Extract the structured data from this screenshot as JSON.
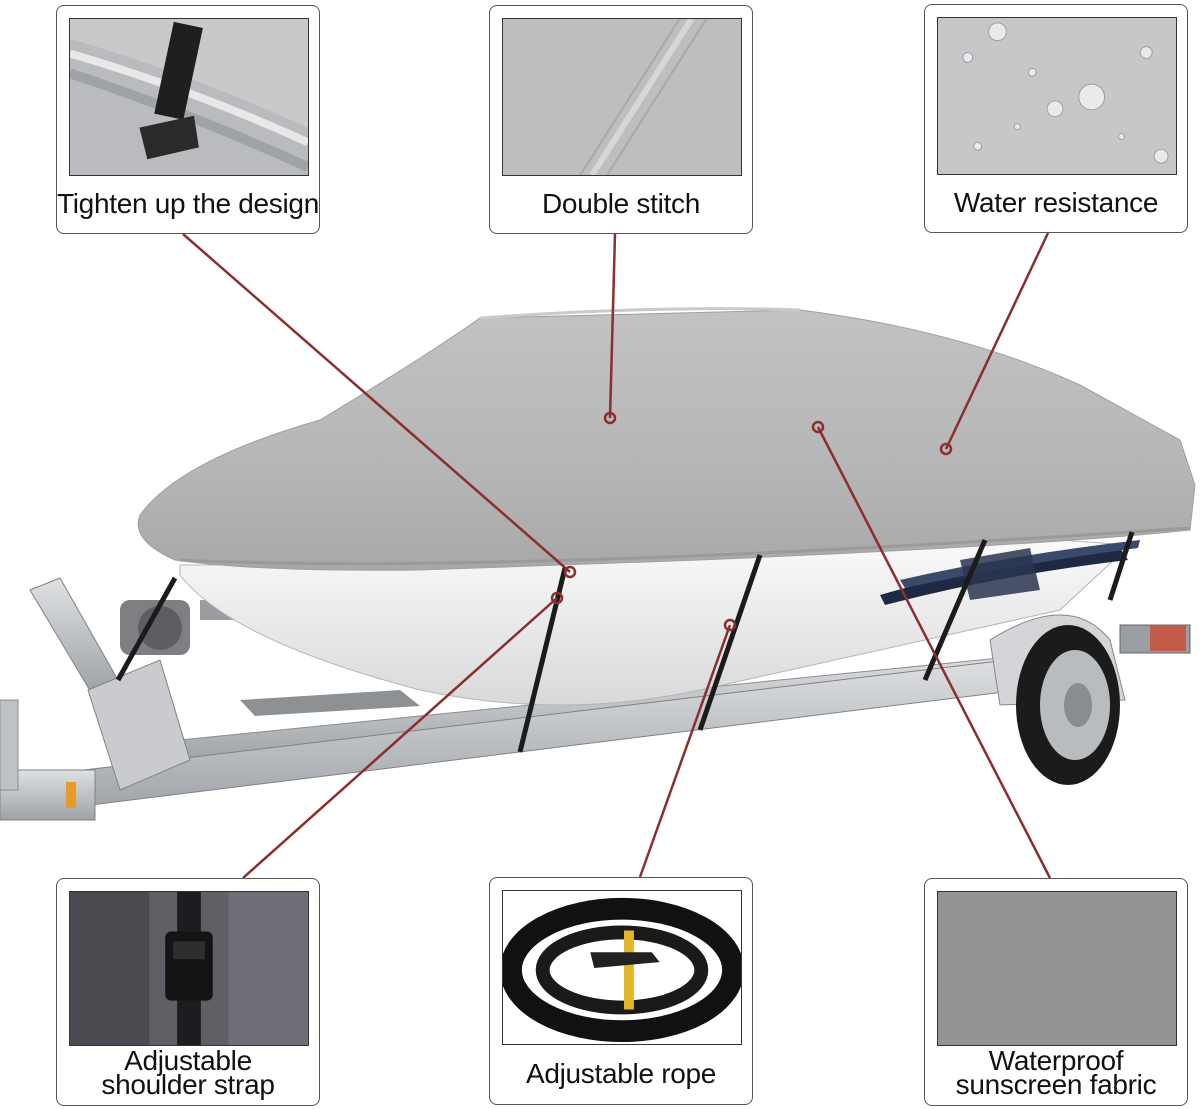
{
  "features": {
    "tighten": "Tighten up the design",
    "stitch": "Double stitch",
    "water": "Water resistance",
    "shoulder": [
      "Adjustable",
      "shoulder strap"
    ],
    "rope": "Adjustable rope",
    "fabric": [
      "Waterproof",
      "sunscreen fabric"
    ]
  },
  "colors": {
    "callout_line": "#8b2e2e",
    "cover_gray": "#b8b8b8",
    "hull_white": "#f2f2f2",
    "trailer_steel": "#c4c6c9",
    "card_border": "#555555"
  }
}
